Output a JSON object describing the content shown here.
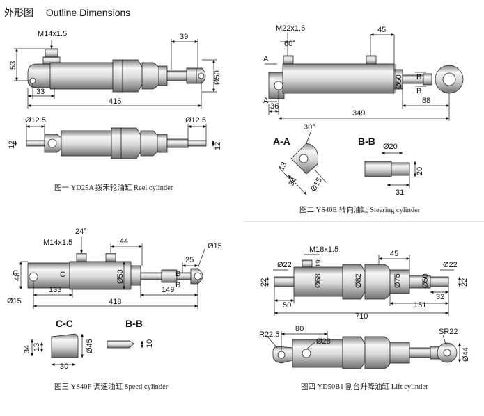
{
  "page": {
    "title_cn": "外形图",
    "title_en": "Outline Dimensions"
  },
  "captions": {
    "fig1": "图一 YD25A 拨禾轮油缸 Reel cylinder",
    "fig2": "图二 YS40E 转向油缸 Steering cylinder",
    "fig3": "图三 YS40F 调速油缸 Speed cylinder",
    "fig4": "图四 YD50B1 割台升降油缸 Lift cylinder"
  },
  "fig1": {
    "thread": "M14x1.5",
    "d53": "53",
    "d39": "39",
    "d33": "33",
    "d415": "415",
    "phi50": "Ø50",
    "phi12_5_left": "Ø12.5",
    "phi12_5_right": "Ø12.5",
    "d12_left": "12",
    "d12_right": "12"
  },
  "fig2": {
    "thread": "M22x1.5",
    "angle60": "60°",
    "d45": "45",
    "A_top": "A",
    "A_bot": "A",
    "B_top": "B",
    "B_bot": "B",
    "phi50": "Ø50",
    "d36": "36",
    "d349": "349",
    "d88": "88",
    "sec_aa": "A-A",
    "angle30": "30°",
    "d13": "13",
    "d34": "34",
    "phi15": "Ø15",
    "sec_bb": "B-B",
    "phi20": "Ø20",
    "d20": "20",
    "d31": "31"
  },
  "fig3": {
    "angle24": "24°",
    "thread": "M14x1.5",
    "d44": "44",
    "phi15_top": "Ø15",
    "d48": "48",
    "C_top": "C",
    "C_mid": "C",
    "phi50": "Ø50",
    "d25": "25",
    "B_top": "B",
    "B_bot": "B",
    "phi15_left": "Ø15",
    "d133": "133",
    "d418": "418",
    "d149": "149",
    "sec_cc": "C-C",
    "sec_bb": "B-B",
    "d34": "34",
    "d13": "13",
    "phi45": "Ø45",
    "d30": "30",
    "d10": "10"
  },
  "fig4": {
    "thread": "M18x1.5",
    "d19": "19",
    "d45": "45",
    "phi22_left": "Ø22",
    "phi22_right": "Ø22",
    "phi68": "Ø68",
    "phi82": "Ø82",
    "phi75": "Ø75",
    "phi50": "Ø50",
    "d22_left": "22",
    "d22_right": "22",
    "d32": "32",
    "d50": "50",
    "d151": "151",
    "d710": "710",
    "r22_5": "R22.5",
    "d80": "80",
    "phi28": "Ø28",
    "sr22": "SR22",
    "phi44": "Ø44"
  }
}
